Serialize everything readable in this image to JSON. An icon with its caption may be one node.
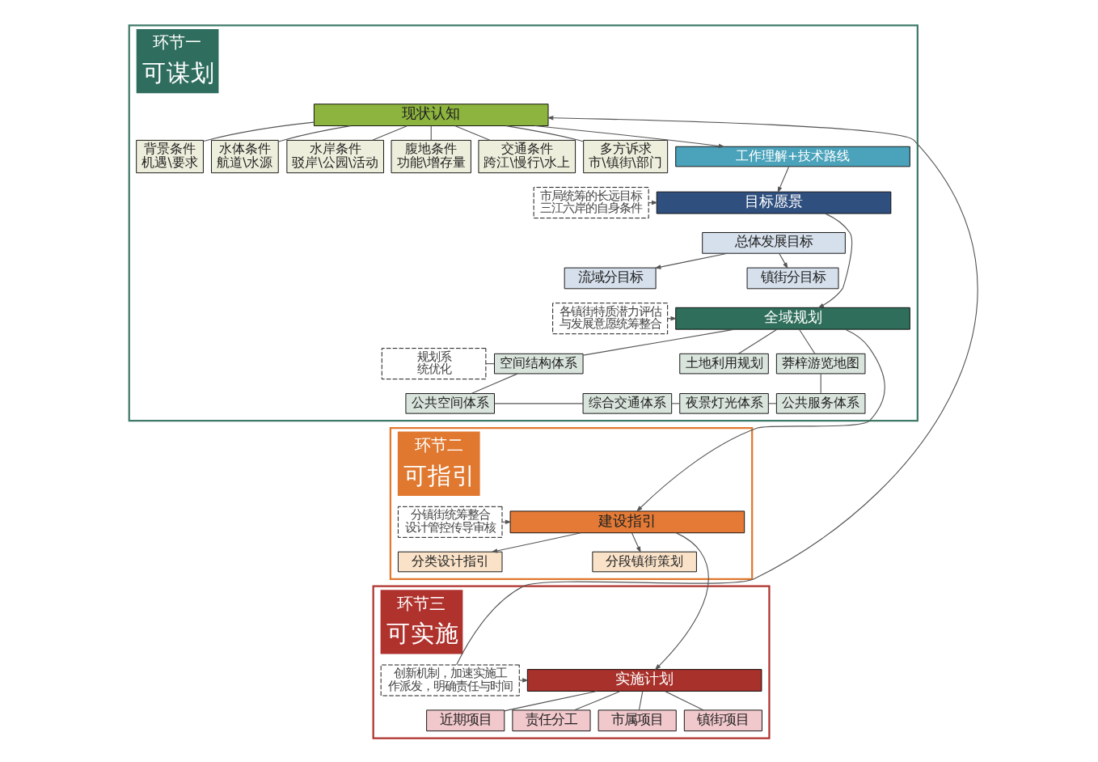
{
  "diagram": {
    "nodes": [
      {
        "text": [
          "环节一",
          "可谋划"
        ]
      },
      {
        "text": [
          "现状认知"
        ],
        "in": 0
      },
      {
        "text": [
          "背景条件",
          "机遇\\要求"
        ],
        "in": 0
      },
      {
        "text": [
          "水体条件",
          "航道\\水源"
        ],
        "in": 0
      },
      {
        "text": [
          "水岸条件",
          "驳岸\\公园\\活动"
        ],
        "in": 0
      },
      {
        "text": [
          "腹地条件",
          "功能\\增存量"
        ],
        "in": 0
      },
      {
        "text": [
          "交通条件",
          "跨江\\慢行\\水上"
        ],
        "in": 0
      },
      {
        "text": [
          "多方诉求",
          "市\\镇街\\部门"
        ],
        "in": 0
      },
      {
        "text": [
          "工作理解+技术路线"
        ],
        "in": 0
      },
      {
        "text": [
          "市局统筹的长远目标三江六岸的自身条件"
        ],
        "in": 0
      },
      {
        "text": [
          "目标愿景"
        ],
        "in": 0
      },
      {
        "text": [
          "总体发展目标"
        ],
        "in": 0
      },
      {
        "text": [
          "流域分目标"
        ],
        "in": 0
      },
      {
        "text": [
          "镇街分目标"
        ],
        "in": 0
      },
      {
        "text": [
          "各镇街特质潜力评估与发展意愿统筹整合"
        ],
        "in": 0
      },
      {
        "text": [
          "全域规划"
        ],
        "in": 0
      },
      {
        "text": [
          "规划系统优化"
        ],
        "in": 0
      },
      {
        "text": [
          "空间结构体系"
        ],
        "in": 0
      },
      {
        "text": [
          "土地利用规划"
        ],
        "in": 0
      },
      {
        "text": [
          "莽梓游览地图"
        ],
        "in": 0
      },
      {
        "text": [
          "公共空间体系"
        ],
        "in": 0
      },
      {
        "text": [
          "综合交通体系"
        ],
        "in": 0
      },
      {
        "text": [
          "夜景灯光体系"
        ],
        "in": 0
      },
      {
        "text": [
          "公共服务体系"
        ],
        "in": 0
      },
      {
        "text": [
          "环节二",
          "可指引"
        ]
      },
      {
        "text": [
          "分镇街统筹整合设计管控传导审核"
        ],
        "in": 24
      },
      {
        "text": [
          "建设指引"
        ],
        "in": 24
      },
      {
        "text": [
          "分类设计指引"
        ],
        "in": 24
      },
      {
        "text": [
          "分段镇街策划"
        ],
        "in": 24
      },
      {
        "text": [
          "环节三",
          "可实施"
        ]
      },
      {
        "text": [
          "创新机制，加速实施工作派发，明确责任与时间"
        ],
        "in": 29
      },
      {
        "text": [
          "实施计划"
        ],
        "in": 29
      },
      {
        "text": [
          "近期项目"
        ],
        "in": 29
      },
      {
        "text": [
          "责任分工"
        ],
        "in": 29
      },
      {
        "text": [
          "市属项目"
        ],
        "in": 29
      },
      {
        "text": [
          "镇街项目"
        ],
        "in": 29
      }
    ],
    "edges": [
      {
        "from": 1,
        "to": 2,
        "arrow": "none"
      },
      {
        "from": 1,
        "to": 3,
        "arrow": "none"
      },
      {
        "from": 1,
        "to": 4,
        "arrow": "none"
      },
      {
        "from": 1,
        "to": 5,
        "arrow": "none"
      },
      {
        "from": 1,
        "to": 6,
        "arrow": "none"
      },
      {
        "from": 1,
        "to": 7,
        "arrow": "none"
      },
      {
        "from": 1,
        "to": 8,
        "arrow": "to"
      },
      {
        "from": 8,
        "to": 10,
        "arrow": "to"
      },
      {
        "from": 9,
        "to": 10,
        "arrow": "to"
      },
      {
        "from": 11,
        "to": 12,
        "arrow": "to"
      },
      {
        "from": 11,
        "to": 13,
        "arrow": "to"
      },
      {
        "from": 10,
        "to": 15,
        "arrow": "to"
      },
      {
        "from": 14,
        "to": 15,
        "arrow": "to"
      },
      {
        "from": 15,
        "to": 17,
        "arrow": "none"
      },
      {
        "from": 15,
        "to": 18,
        "arrow": "none"
      },
      {
        "from": 15,
        "to": 19,
        "arrow": "none"
      },
      {
        "from": 16,
        "to": 17,
        "arrow": "none"
      },
      {
        "from": 17,
        "to": 20,
        "arrow": "none"
      },
      {
        "from": 19,
        "to": 23,
        "arrow": "none"
      },
      {
        "from": 20,
        "to": 21,
        "arrow": "none"
      },
      {
        "from": 21,
        "to": 22,
        "arrow": "none"
      },
      {
        "from": 22,
        "to": 23,
        "arrow": "none"
      },
      {
        "from": 15,
        "to": 26,
        "arrow": "to"
      },
      {
        "from": 25,
        "to": 26,
        "arrow": "to"
      },
      {
        "from": 26,
        "to": 27,
        "arrow": "to"
      },
      {
        "from": 26,
        "to": 28,
        "arrow": "to"
      },
      {
        "from": 26,
        "to": 31,
        "arrow": "to"
      },
      {
        "from": 30,
        "to": 31,
        "arrow": "to"
      },
      {
        "from": 31,
        "to": 32,
        "arrow": "none"
      },
      {
        "from": 31,
        "to": 33,
        "arrow": "none"
      },
      {
        "from": 31,
        "to": 34,
        "arrow": "none"
      },
      {
        "from": 31,
        "to": 35,
        "arrow": "none"
      },
      {
        "from": 30,
        "to": 1,
        "arrow": "to"
      }
    ]
  }
}
